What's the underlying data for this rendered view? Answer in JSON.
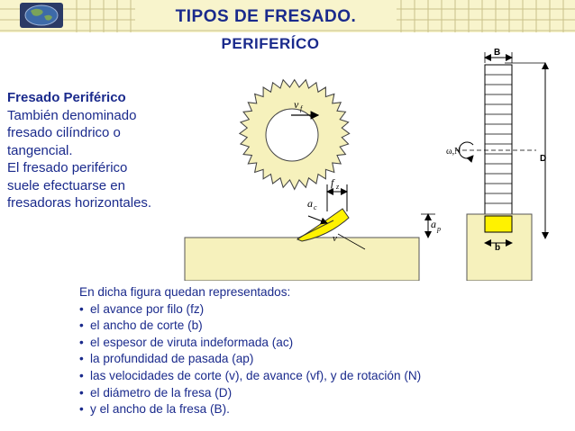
{
  "header": {
    "title_line1": "TIPOS DE FRESADO.",
    "title_line2": "PERIFERÍCO"
  },
  "description": {
    "heading": "Fresado Periférico",
    "lines": [
      "También denominado",
      "fresado cilíndrico o",
      "tangencial.",
      "El fresado periférico",
      "suele efectuarse en",
      "fresadoras horizontales."
    ]
  },
  "figure": {
    "label_vf": "v",
    "label_vf_sub": "f",
    "label_fz": "f",
    "label_fz_sub": "z",
    "label_ac": "a",
    "label_ac_sub": "c",
    "label_v": "v",
    "label_ap": "a",
    "label_ap_sub": "p",
    "label_omega": "ω,N",
    "label_B": "B",
    "label_D": "D",
    "label_b": "b"
  },
  "summary": {
    "intro": "En dicha figura quedan representados:",
    "bullet_symbol": "•",
    "items": [
      "el avance por filo (fz)",
      "el ancho de corte (b)",
      "el espesor de viruta indeformada (ac)",
      "la profundidad de pasada (ap)",
      "las velocidades de corte (v), de avance (vf), y de rotación (N)",
      "el diámetro de la fresa (D)",
      "y el ancho de la fresa (B)."
    ]
  },
  "colors": {
    "title": "#1a2a8c",
    "cutter": "#f6f1bc",
    "chip": "#fff200",
    "banner": "#f8f4cc"
  }
}
